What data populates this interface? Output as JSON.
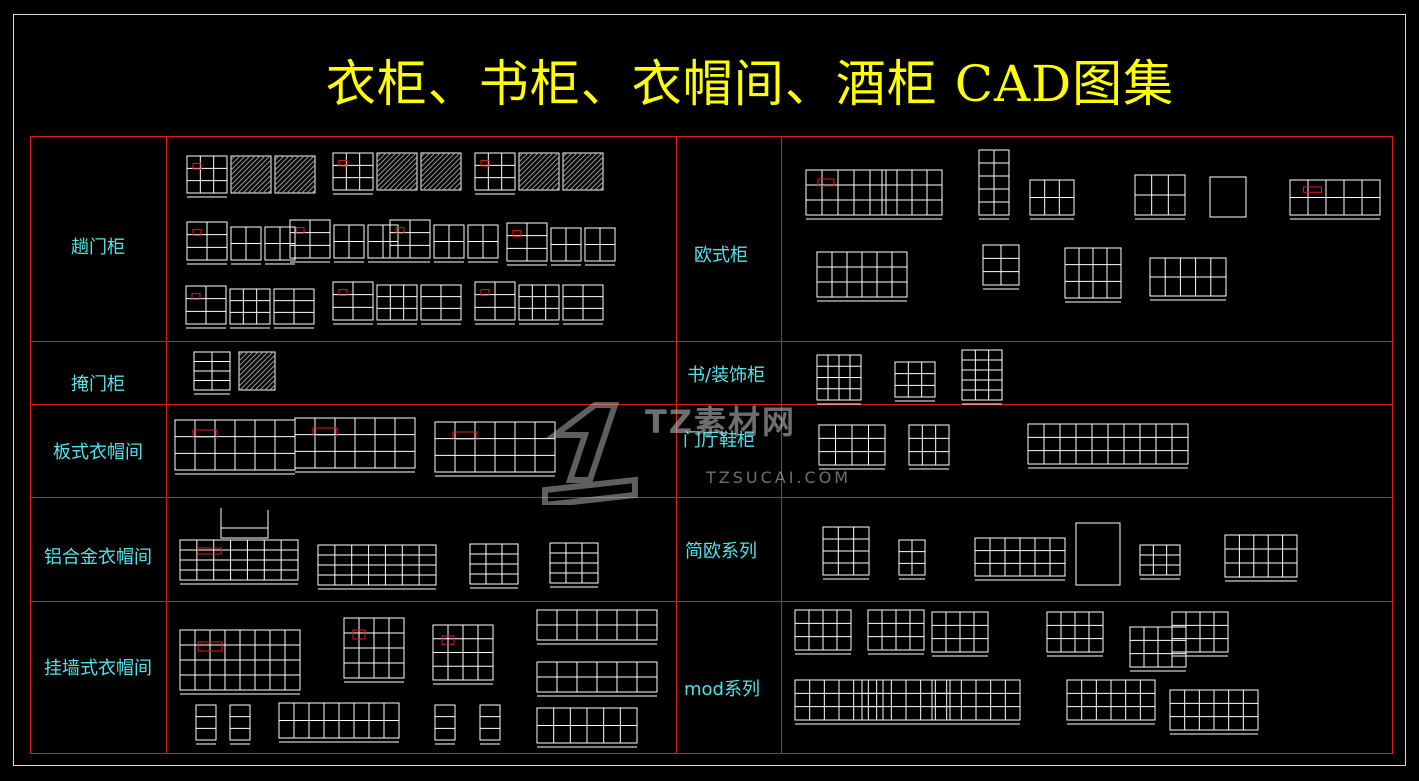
{
  "title": "衣柜、书柜、衣帽间、酒柜 CAD图集",
  "watermark": {
    "brand": "TZ素材网",
    "domain": "TZSUCAI.COM"
  },
  "left_categories": [
    "趟门柜",
    "掩门柜",
    "板式衣帽间",
    "铝合金衣帽间",
    "挂墙式衣帽间"
  ],
  "right_categories": [
    "欧式柜",
    "书/装饰柜",
    "门厅鞋柜",
    "简欧系列",
    "mod系列"
  ],
  "colors": {
    "title": "#ffff00",
    "label": "#4fe3ea",
    "grid": "#e01b1b",
    "drawing": "#ffffff",
    "frame": "#d8d8d8"
  }
}
